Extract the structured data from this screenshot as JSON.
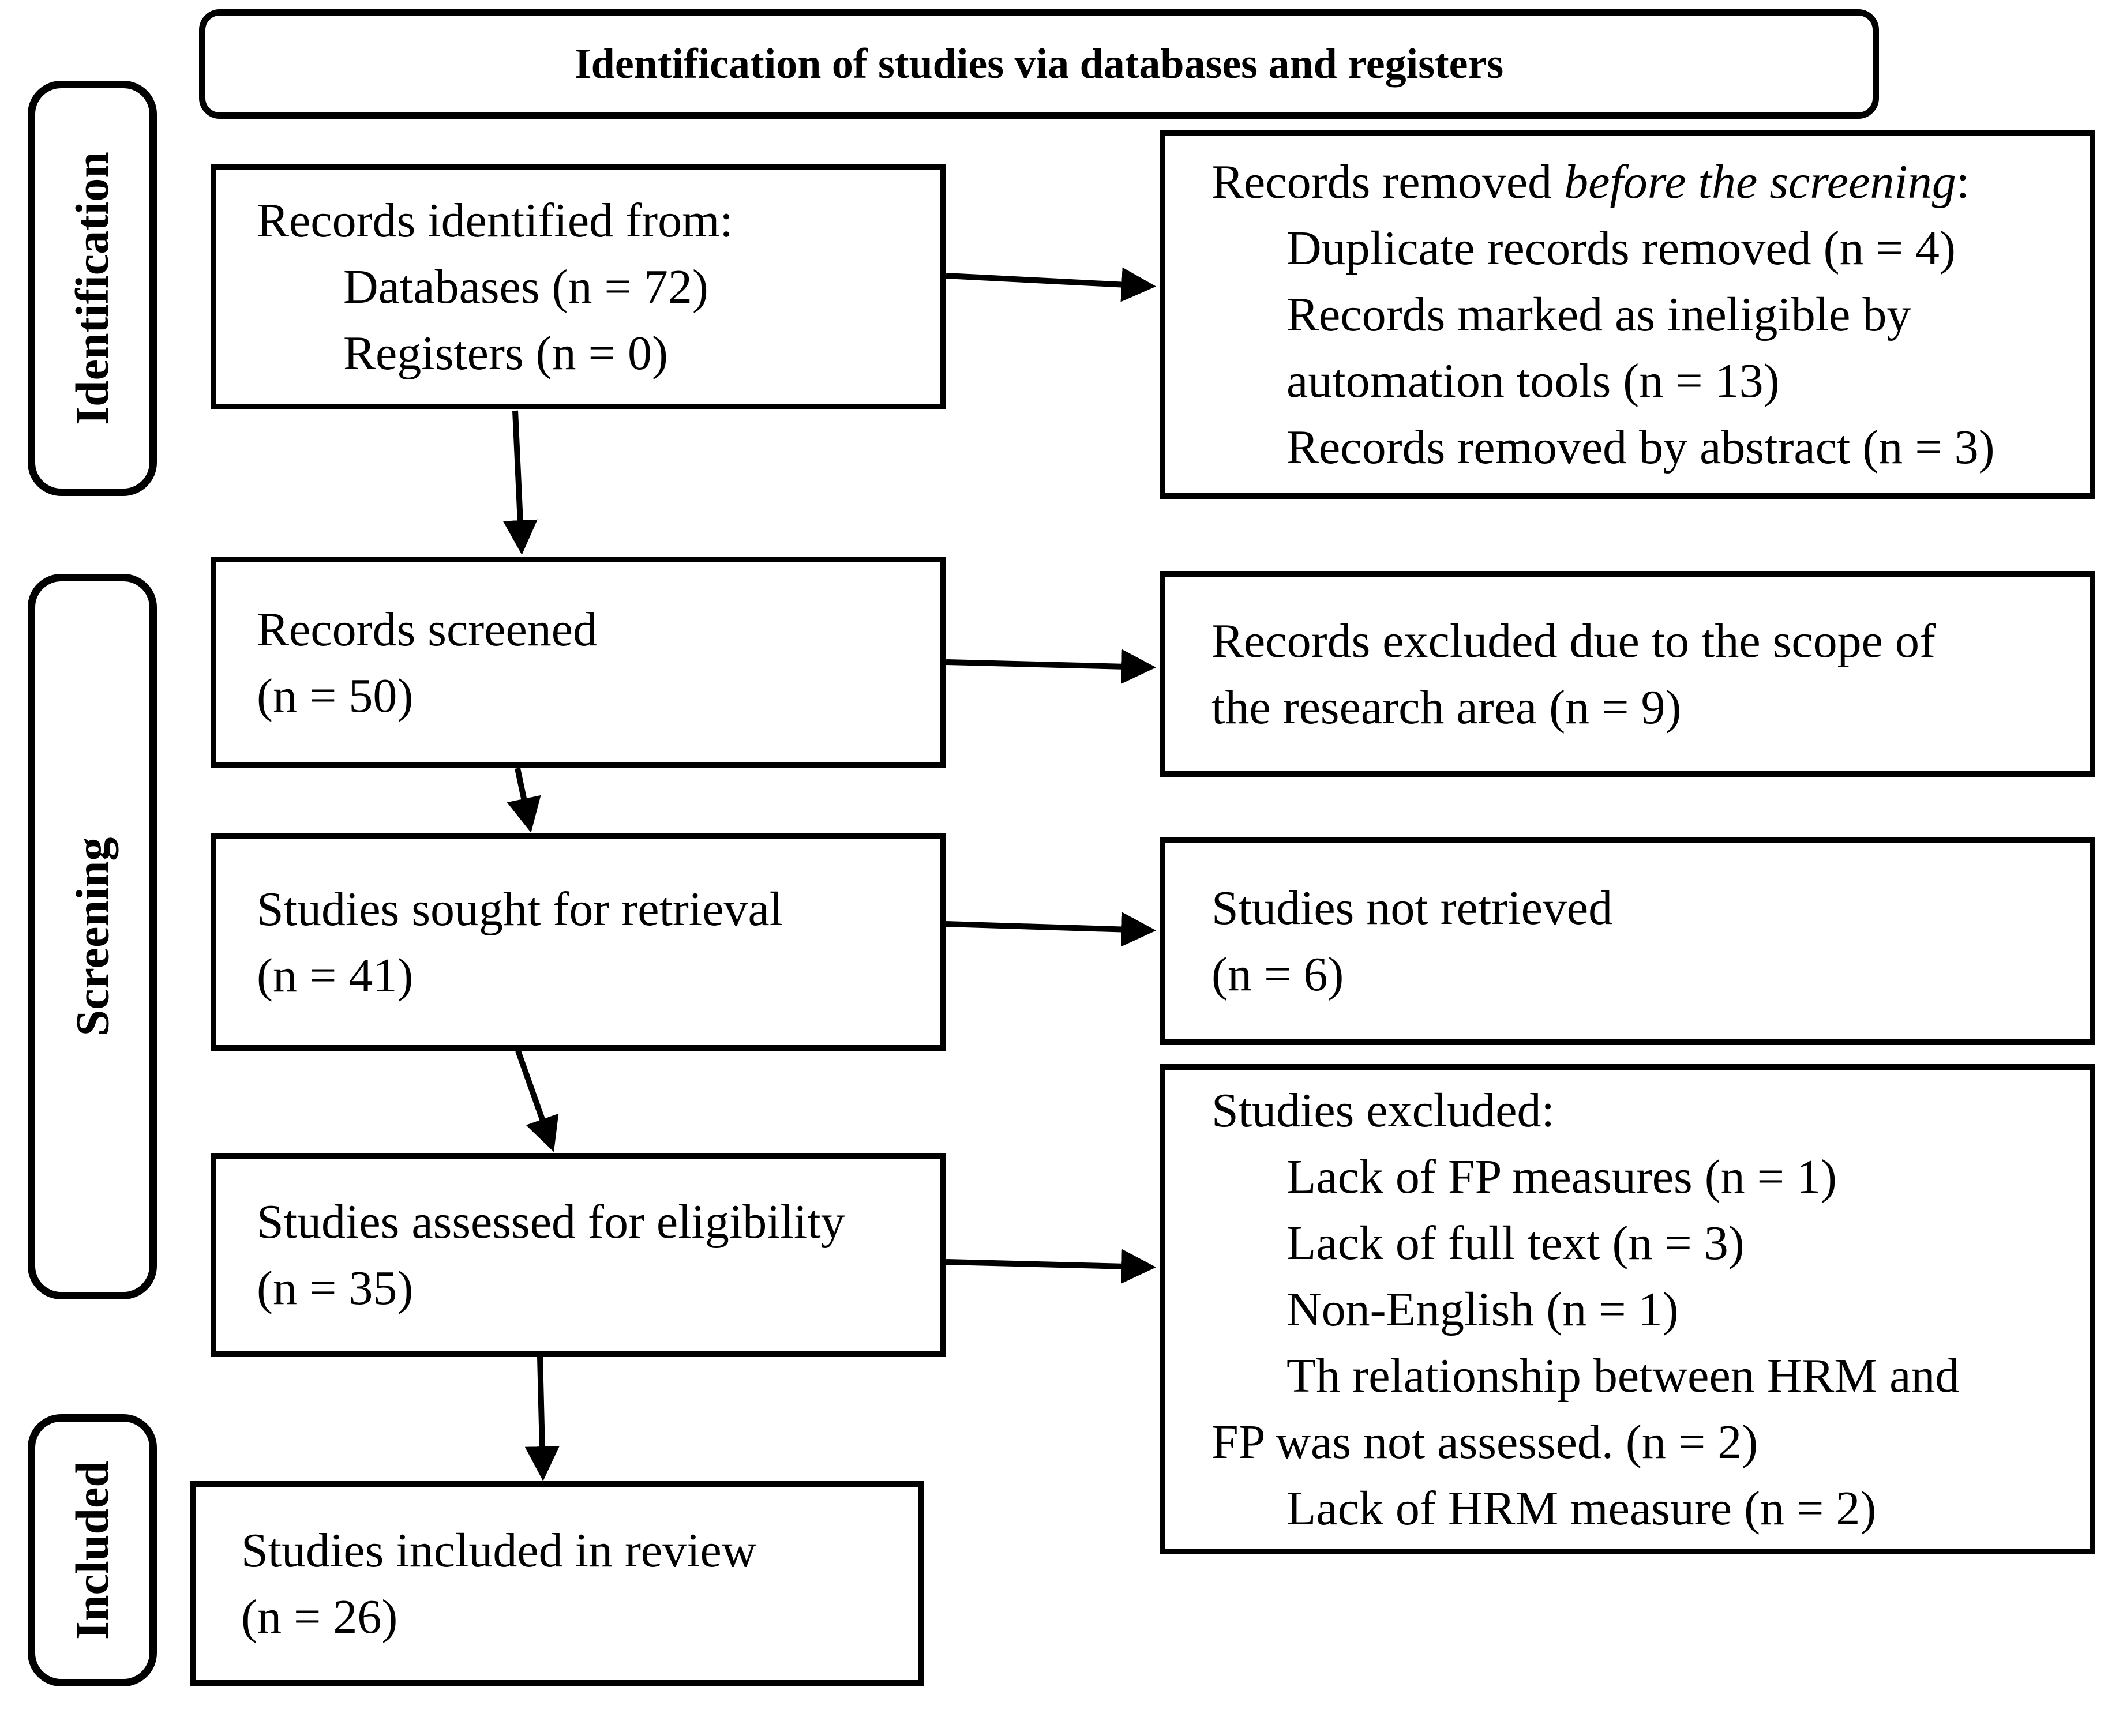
{
  "colors": {
    "ink": "#000000",
    "background": "#ffffff"
  },
  "title": "Identification of studies via databases and registers",
  "sidebar": {
    "identification": "Identification",
    "screening": "Screening",
    "included": "Included"
  },
  "flow": {
    "identified": {
      "line1": "Records identified from:",
      "line2": "Databases (n = 72)",
      "line3": "Registers (n = 0)"
    },
    "removed_before_screening": {
      "line1_prefix": "Records removed ",
      "line1_italic": "before the screening",
      "line1_suffix": ":",
      "line2": "Duplicate records removed (n = 4)",
      "line3": "Records marked as ineligible by",
      "line4": "automation tools (n = 13)",
      "line5": "Records removed by abstract (n = 3)"
    },
    "screened": {
      "line1": "Records screened",
      "line2": "(n = 50)"
    },
    "excluded_scope": {
      "line1": "Records excluded due to the scope of",
      "line2": "the research area (n = 9)"
    },
    "sought_retrieval": {
      "line1": "Studies sought for retrieval",
      "line2": "(n = 41)"
    },
    "not_retrieved": {
      "line1": "Studies not retrieved",
      "line2": "(n = 6)"
    },
    "assessed_eligibility": {
      "line1": "Studies assessed for eligibility",
      "line2": "(n = 35)"
    },
    "studies_excluded": {
      "line1": "Studies excluded:",
      "line2": "Lack of FP measures (n = 1)",
      "line3": "Lack of full text (n = 3)",
      "line4": "Non-English (n = 1)",
      "line5": "Th relationship between HRM and",
      "line6": "FP was not assessed. (n = 2)",
      "line7": "Lack of HRM measure (n = 2)"
    },
    "included_review": {
      "line1": "Studies included in review",
      "line2": "(n = 26)"
    }
  }
}
